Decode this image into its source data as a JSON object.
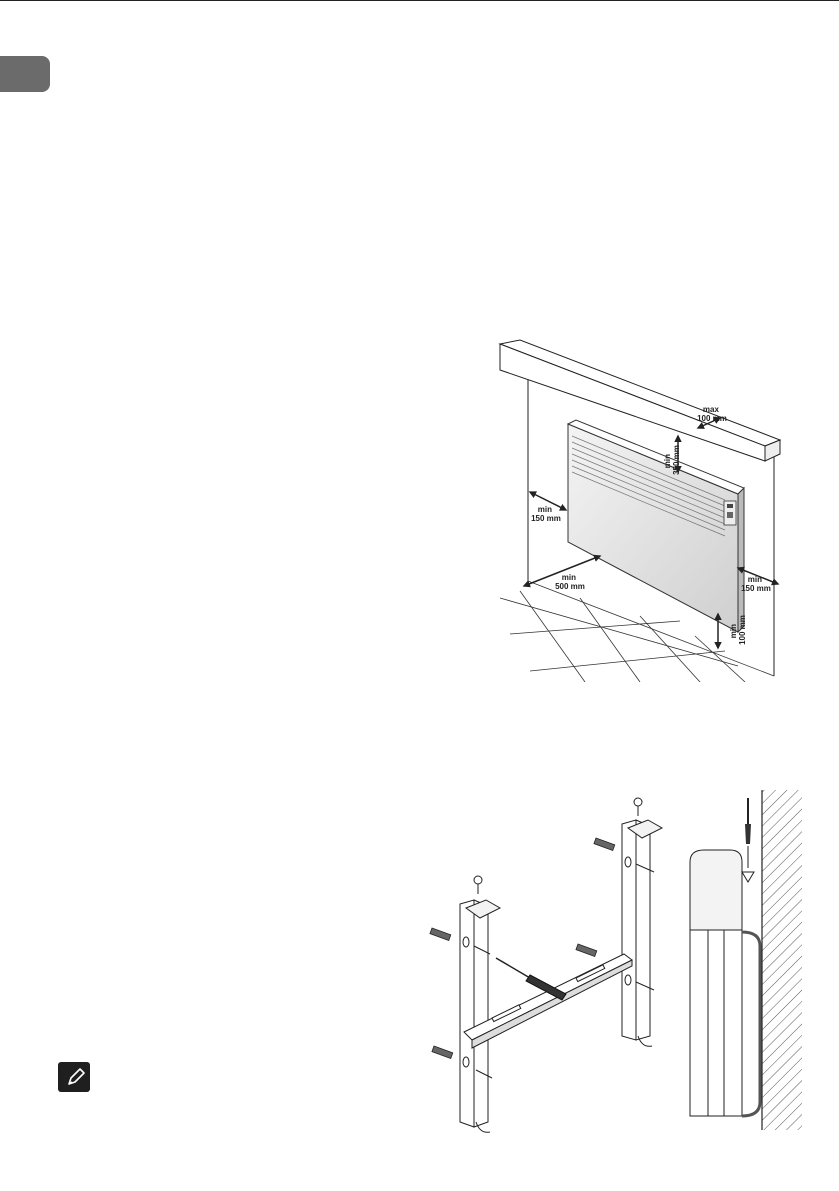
{
  "figures": {
    "clearance": {
      "labels": {
        "top_shelf": {
          "line1": "max",
          "line2": "100 mm"
        },
        "above_heater": {
          "line1": "min",
          "line2": "350 mm"
        },
        "left_side": {
          "line1": "min",
          "line2": "150 mm"
        },
        "right_side": {
          "line1": "min",
          "line2": "150 mm"
        },
        "front": {
          "line1": "min",
          "line2": "500 mm"
        },
        "floor": {
          "line1": "min",
          "line2": "100 mm"
        }
      }
    },
    "mounting": {}
  },
  "icons": {
    "language_tab": "language-tab",
    "note": "pencil-icon"
  },
  "colors": {
    "tab": "#6b6b6b",
    "note_icon_bg": "#1f1f1f",
    "line": "#222222"
  }
}
